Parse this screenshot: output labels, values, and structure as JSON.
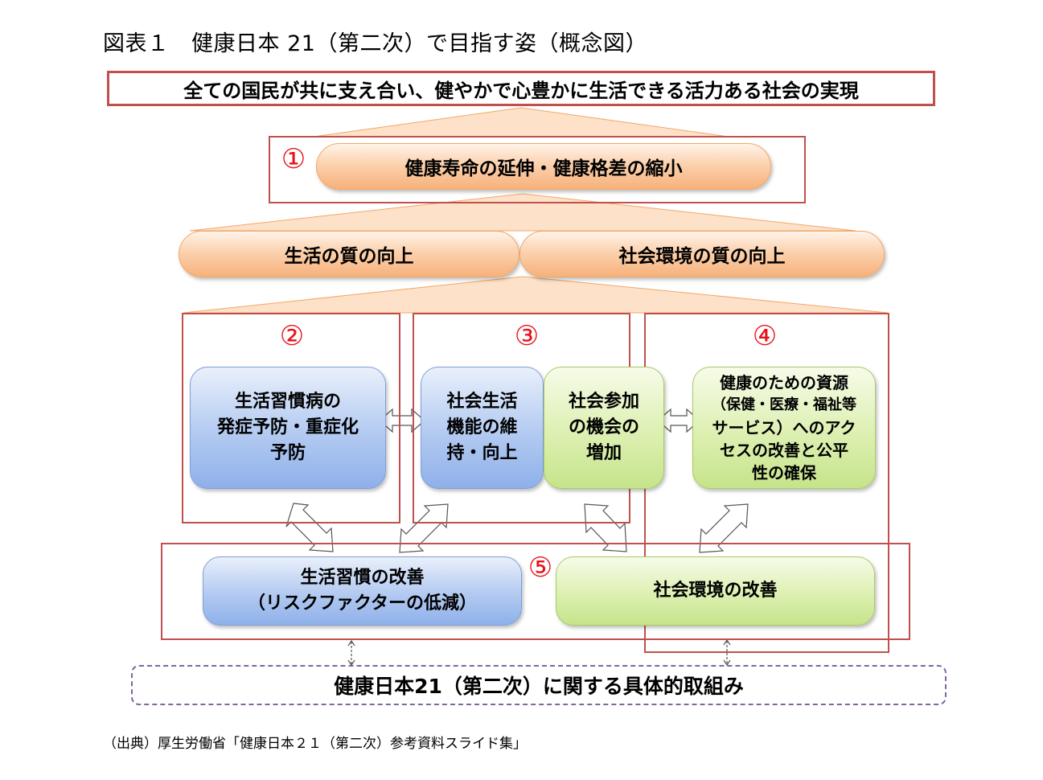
{
  "title": "図表１　健康日本 21（第二次）で目指す姿（概念図）",
  "vision": "全ての国民が共に支え合い、健やかで心豊かに生活できる活力ある社会の実現",
  "level1": {
    "number": "①",
    "label": "健康寿命の延伸・健康格差の縮小"
  },
  "level2": {
    "left": "生活の質の向上",
    "right": "社会環境の質の向上"
  },
  "section2": {
    "number": "②",
    "box_lines": [
      "生活習慣病の",
      "発症予防・重症化",
      "予防"
    ]
  },
  "section3": {
    "number": "③",
    "blue_lines": [
      "社会生活",
      "機能の維",
      "持・向上"
    ],
    "green_lines": [
      "社会参加",
      "の機会の",
      "増加"
    ]
  },
  "section4": {
    "number": "④",
    "box_lines": [
      "健康のための資源",
      "（保健・医療・福祉等",
      "サービス）へのアク",
      "セスの改善と公平",
      "性の確保"
    ]
  },
  "section5": {
    "number": "⑤",
    "left_lines": [
      "生活習慣の改善",
      "（リスクファクターの低減）"
    ],
    "right": "社会環境の改善"
  },
  "bottom": "健康日本21（第二次）に関する具体的取組み",
  "source": "（出典）厚生労働省「健康日本２１（第二次）参考資料スライド集」",
  "colors": {
    "frame_red": "#c0504d",
    "number_red": "#e8111b",
    "orange_pill": "#fcd5b4",
    "blue_box": "#b7cdf2",
    "green_box": "#dff1b6",
    "dashed_purple": "#8064a2"
  }
}
